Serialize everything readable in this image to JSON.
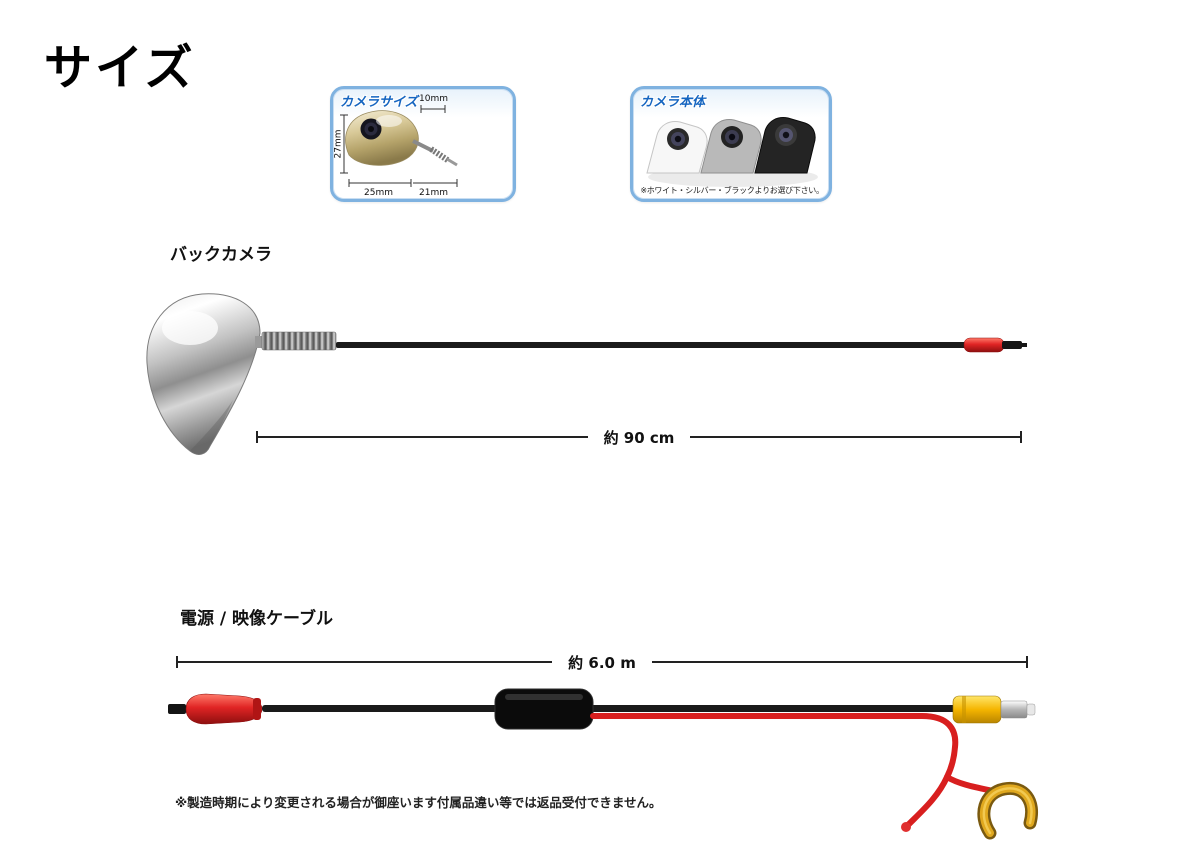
{
  "page": {
    "title": "サイズ"
  },
  "camera_size_box": {
    "label": "カメラサイズ",
    "dims": {
      "top": "10mm",
      "left": "27mm",
      "bottom_left": "25mm",
      "bottom_right": "21mm"
    }
  },
  "camera_body_box": {
    "label": "カメラ本体",
    "note": "※ホワイト・シルバー・ブラックよりお選び下さい。",
    "variants": [
      "ホワイト",
      "シルバー",
      "ブラック"
    ]
  },
  "back_camera": {
    "label": "バックカメラ",
    "length": "約 90 cm"
  },
  "power_video_cable": {
    "label": "電源 / 映像ケーブル",
    "length": "約 6.0 m"
  },
  "footer": {
    "note": "※製造時期により変更される場合が御座います付属品違い等では返品受付できません。"
  },
  "colors": {
    "accent_blue": "#1565c0",
    "box_border": "#7fb2e0",
    "connector_red": "#d81f1f",
    "rca_yellow": "#f5b800",
    "terminal_gold": "#e0a81e",
    "chrome": "#c0c0c0"
  }
}
